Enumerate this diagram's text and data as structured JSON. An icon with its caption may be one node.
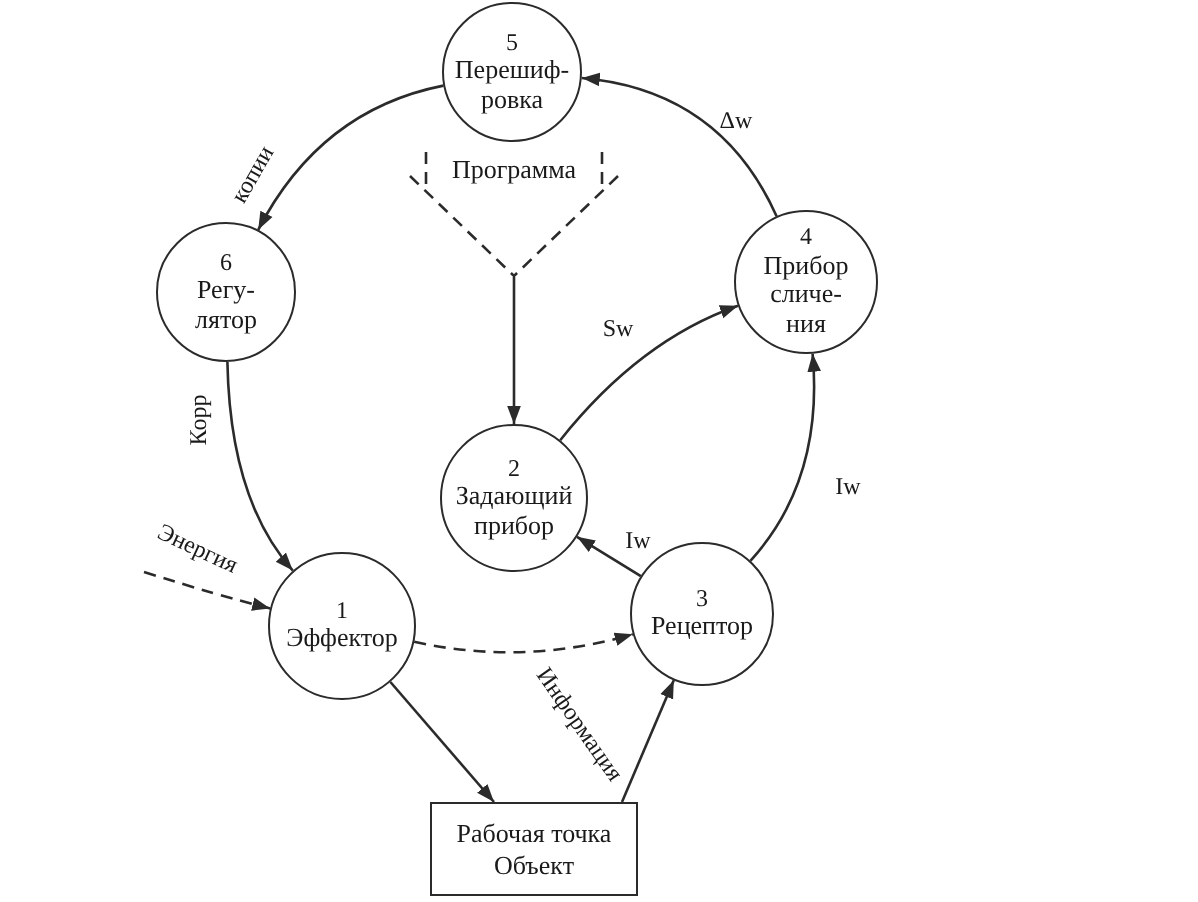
{
  "diagram": {
    "nodes": [
      {
        "text": [
          "5",
          "Перешиф- ровка"
        ]
      },
      {
        "text": [
          "Программа"
        ]
      },
      {
        "text": [
          "6",
          "Регу- лятор"
        ]
      },
      {
        "text": [
          "4",
          "Прибор сличе- ния"
        ]
      },
      {
        "text": [
          "2",
          "Задающий прибор"
        ]
      },
      {
        "text": [
          "1",
          "Эффектор"
        ]
      },
      {
        "text": [
          "3",
          "Рецептор"
        ]
      },
      {
        "text": [
          "Рабочая точка",
          "Объект"
        ]
      }
    ],
    "edges": [
      {
        "from": 0,
        "to": 2,
        "arrow": "to",
        "label": "копии"
      },
      {
        "from": 3,
        "to": 0,
        "arrow": "to",
        "label": "Δw"
      },
      {
        "from": 1,
        "to": 4,
        "arrow": "to"
      },
      {
        "from": 4,
        "to": 3,
        "arrow": "to",
        "label": "Sw"
      },
      {
        "from": 2,
        "to": 5,
        "arrow": "to",
        "label": "Корр"
      },
      {
        "from": null,
        "to": 5,
        "arrow": "to",
        "label": "Энергия",
        "style": "dashed"
      },
      {
        "from": 6,
        "to": 4,
        "arrow": "to",
        "label": "Iw"
      },
      {
        "from": 6,
        "to": 3,
        "arrow": "to",
        "label": "Iw"
      },
      {
        "from": 5,
        "to": 6,
        "arrow": "to",
        "label": "Информация",
        "style": "dashed"
      },
      {
        "from": 5,
        "to": 7,
        "arrow": "to"
      },
      {
        "from": 7,
        "to": 6,
        "arrow": "to"
      }
    ]
  }
}
